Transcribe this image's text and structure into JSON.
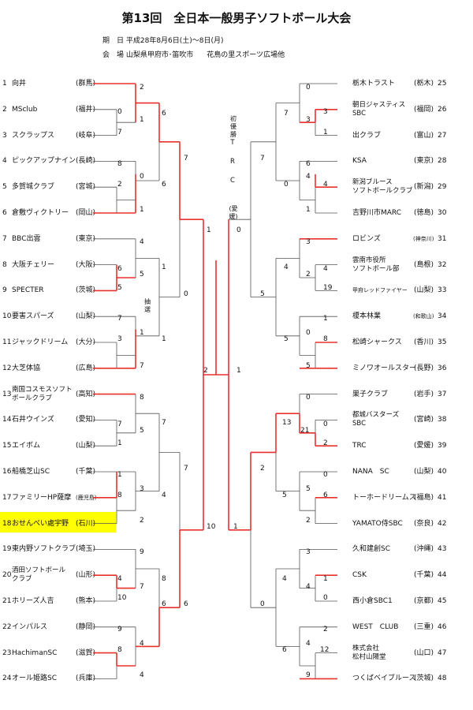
{
  "header": {
    "title": "第13回　全日本一般男子ソフトボール大会",
    "dates": "期　日 平成28年8月6日(土)～8日(月)",
    "venue": "会　場 山梨県甲府市･笛吹市",
    "venue2": "花鳥の里スポーツ広場他"
  },
  "left_teams": [
    {
      "no": "1",
      "name": "向井",
      "pref": "(群馬)"
    },
    {
      "no": "2",
      "name": "MSclub",
      "pref": "(福井)"
    },
    {
      "no": "3",
      "name": "スクラップス",
      "pref": "(岐阜)"
    },
    {
      "no": "4",
      "name": "ピックアップナイン",
      "pref": "(長崎)"
    },
    {
      "no": "5",
      "name": "多賀城クラブ",
      "pref": "(宮城)"
    },
    {
      "no": "6",
      "name": "倉敷ヴィクトリー",
      "pref": "(岡山)"
    },
    {
      "no": "7",
      "name": "BBC出雲",
      "pref": "(東京)"
    },
    {
      "no": "8",
      "name": "大阪チェリー",
      "pref": "(大阪)"
    },
    {
      "no": "9",
      "name": "SPECTER",
      "pref": "(茨城)"
    },
    {
      "no": "10",
      "name": "要害スパーズ",
      "pref": "(山梨)"
    },
    {
      "no": "11",
      "name": "ジャックドリーム",
      "pref": "(大分)"
    },
    {
      "no": "12",
      "name": "大芝体協",
      "pref": "(広島)"
    },
    {
      "no": "13",
      "name": "南国コスモスソフトボールクラブ",
      "line1": "南国コスモスソフト",
      "line2": "ボールクラブ",
      "pref": "(高知)"
    },
    {
      "no": "14",
      "name": "石井ウインズ",
      "pref": "(愛知)"
    },
    {
      "no": "15",
      "name": "エイボム",
      "pref": "(山梨)"
    },
    {
      "no": "16",
      "name": "船橋芝山SC",
      "pref": "(千葉)"
    },
    {
      "no": "17",
      "name": "ファミリーHP薩摩",
      "pref": "(鹿児島)"
    },
    {
      "no": "18",
      "name": "おせんべい處宇野",
      "pref": "(石川)"
    },
    {
      "no": "19",
      "name": "東内野ソフトクラブ",
      "pref": "(埼玉)"
    },
    {
      "no": "20",
      "name": "酒田ソフトボールクラブ",
      "line1": "酒田ソフトボール",
      "line2": "クラブ",
      "pref": "(山形)"
    },
    {
      "no": "21",
      "name": "ホリーズ人吉",
      "pref": "(熊本)"
    },
    {
      "no": "22",
      "name": "インパルス",
      "pref": "(静岡)"
    },
    {
      "no": "23",
      "name": "HachimanSC",
      "pref": "(滋賀)"
    },
    {
      "no": "24",
      "name": "オール姫路SC",
      "pref": "(兵庫)"
    }
  ],
  "right_teams": [
    {
      "no": "25",
      "name": "栃木トラスト",
      "pref": "(栃木)"
    },
    {
      "no": "26",
      "name": "朝日ジャスティスSBC",
      "line1": "朝日ジャスティス",
      "line2": "SBC",
      "pref": "(福岡)"
    },
    {
      "no": "27",
      "name": "出クラブ",
      "pref": "(富山)"
    },
    {
      "no": "28",
      "name": "KSA",
      "pref": "(東京)"
    },
    {
      "no": "29",
      "name": "新潟ブルースソフトボールクラブ",
      "line1": "新潟ブルース",
      "line2": "ソフトボールクラブ",
      "pref": "(新潟)"
    },
    {
      "no": "30",
      "name": "吉野川市MARC",
      "pref": "(徳島)"
    },
    {
      "no": "31",
      "name": "ロビンズ",
      "pref": "(神奈川)"
    },
    {
      "no": "32",
      "name": "雲南市役所ソフトボール部",
      "line1": "雲南市役所",
      "line2": "ソフトボール部",
      "pref": "(島根)"
    },
    {
      "no": "33",
      "name": "甲府レッドファイヤー",
      "pref": "(山梨)"
    },
    {
      "no": "34",
      "name": "榎本林業",
      "pref": "(和歌山)"
    },
    {
      "no": "35",
      "name": "松崎シャークス",
      "pref": "(香川)"
    },
    {
      "no": "36",
      "name": "ミノワオールスター",
      "pref": "(長野)"
    },
    {
      "no": "37",
      "name": "巣子クラブ",
      "pref": "(岩手)"
    },
    {
      "no": "38",
      "name": "都城バスターズSBC",
      "line1": "都城バスターズ",
      "line2": "SBC",
      "pref": "(宮崎)"
    },
    {
      "no": "39",
      "name": "TRC",
      "pref": "(愛媛)"
    },
    {
      "no": "40",
      "name": "NANA　SC",
      "pref": "(山梨)"
    },
    {
      "no": "41",
      "name": "トーホードリームス",
      "pref": "(福島)"
    },
    {
      "no": "42",
      "name": "YAMATO侍SBC",
      "pref": "(奈良)"
    },
    {
      "no": "43",
      "name": "久和建創SC",
      "pref": "(沖縄)"
    },
    {
      "no": "44",
      "name": "CSK",
      "pref": "(千葉)"
    },
    {
      "no": "45",
      "name": "西小倉SBC1",
      "pref": "(京都)"
    },
    {
      "no": "46",
      "name": "WEST　CLUB",
      "pref": "(三重)"
    },
    {
      "no": "47",
      "name": "株式会社松村山陽堂",
      "line1": "株式会社",
      "line2": "松村山陽堂",
      "pref": "(山口)"
    },
    {
      "no": "48",
      "name": "つくばベイブルース",
      "pref": "(茨城)"
    }
  ],
  "scores": {
    "l1": "2",
    "l2": "0",
    "l3": "1",
    "l4": "7",
    "l5": "6",
    "l6": "8",
    "l7": "0",
    "l8": "2",
    "l9": "1",
    "l10": "6",
    "l11": "7",
    "l12": "2",
    "l13": "4",
    "l14": "6",
    "l15": "5",
    "l16": "7",
    "l17": "3",
    "l18": "5",
    "l19": "1",
    "l20": "0",
    "l21": "1",
    "l22": "7",
    "l23": "1",
    "l24": "0",
    "l25": "6",
    "l26": "8",
    "l27": "5",
    "l28": "1",
    "l29": "1",
    "l30": "8",
    "l31": "3",
    "l32": "2",
    "l33": "5",
    "l34": "4",
    "l35": "10",
    "l36": "6",
    "l37": "9",
    "l38": "8",
    "l39": "7",
    "l40": "0",
    "l41": "4",
    "l42": "7",
    "l43": "6",
    "l44": "7",
    "l45": "4",
    "l46": "8",
    "l47": "2",
    "l48": "5",
    "l49": "7",
    "l50": "2",
    "l51": "1",
    "l52": "0",
    "l53": "1",
    "l54": "0",
    "l55": "7",
    "l56": "10",
    "l57": "0",
    "l58": "4",
    "r1": "0",
    "r2": "3",
    "r3": "1",
    "r4": "4",
    "r5": "6",
    "r6": "4",
    "r7": "1",
    "r8": "4",
    "r9": "3",
    "r10": "4",
    "r11": "19",
    "r12": "2",
    "r13": "1",
    "r14": "8",
    "r15": "0",
    "r16": "5",
    "r17": "0",
    "r18": "21",
    "r19": "0",
    "r20": "2",
    "r21": "0",
    "r22": "6",
    "r23": "2",
    "r24": "1",
    "r25": "3",
    "r26": "1",
    "r27": "6",
    "r28": "0",
    "r29": "2",
    "r30": "12",
    "r31": "4",
    "r32": "9",
    "r33": "7",
    "r34": "0",
    "r35": "4",
    "r36": "5",
    "r37": "5",
    "r38": "13",
    "r39": "2",
    "r40": "4",
    "r41": "0",
    "r42": "6",
    "r43": "0",
    "r44": "5",
    "r45": "2",
    "r46": "3",
    "r47": "0",
    "r48": "1"
  },
  "center": {
    "champion_label": "初優勝",
    "champion_team": "TRC",
    "champion_pref": "(愛媛)"
  },
  "notes": {
    "lottery": "抽選"
  }
}
